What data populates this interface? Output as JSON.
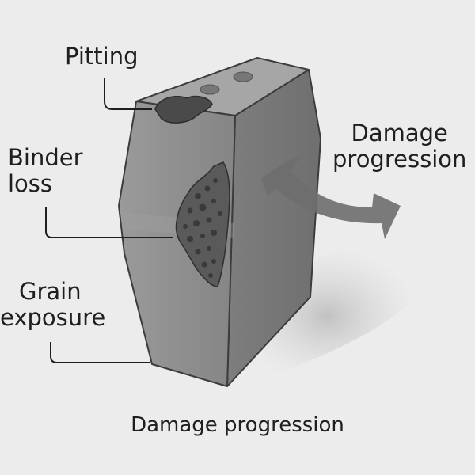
{
  "labels": {
    "pitting": "Pitting",
    "binder_loss_line1": "Binder",
    "binder_loss_line2": "loss",
    "grain_exposure_line1": "Grain",
    "grain_exposure_line2": "exposure",
    "damage_side_line1": "Damage",
    "damage_side_line2": "progression",
    "caption": "Damage progression"
  },
  "colors": {
    "background": "#ececec",
    "block_front": "#8c8c8c",
    "block_side": "#7a7a7a",
    "block_top": "#a4a4a4",
    "damage": "#555555",
    "arrow": "#6e6e6e",
    "leader_line": "#1f1f1f"
  },
  "icons": {
    "progression_arrow": "curved-arrow-icon"
  }
}
